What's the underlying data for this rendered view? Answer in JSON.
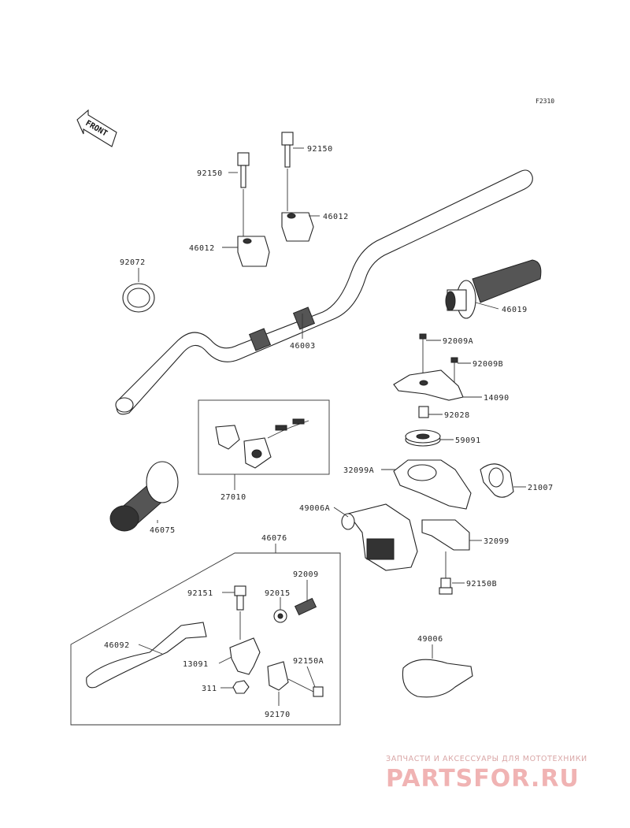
{
  "diagram": {
    "ref_code": "F2310",
    "front_label": "FRONT",
    "labels": {
      "bolt_92150_left": "92150",
      "bolt_92150_right": "92150",
      "holder_46012_left": "46012",
      "holder_46012_right": "46012",
      "clip_92072": "92072",
      "handlebar_46003": "46003",
      "grip_46019": "46019",
      "screw_92009A": "92009A",
      "screw_92009B": "92009B",
      "plate_14090": "14090",
      "collar_92028": "92028",
      "pulley_59091": "59091",
      "case_32099A": "32099A",
      "clamp_21007": "21007",
      "switch_27010": "27010",
      "grip_46075": "46075",
      "housing_49006A": "49006A",
      "case_32099": "32099",
      "bolt_92150B": "92150B",
      "lever_assy_46076": "46076",
      "bolt_92151": "92151",
      "collar_92015": "92015",
      "adjuster_92009": "92009",
      "lever_46092": "46092",
      "holder_13091": "13091",
      "bolt_92150A": "92150A",
      "nut_311": "311",
      "clamp_92170": "92170",
      "cover_49006": "49006"
    }
  },
  "watermark": {
    "tagline": "ЗАПЧАСТИ И АКСЕССУАРЫ ДЛЯ МОТОТЕХНИКИ",
    "logo": "PARTSFOR.RU"
  }
}
